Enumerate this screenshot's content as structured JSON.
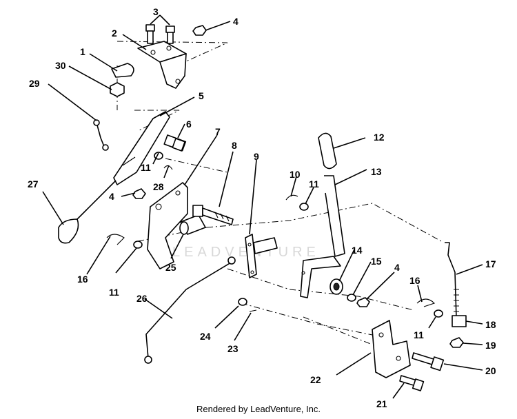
{
  "footer": {
    "text": "Rendered by LeadVenture, Inc."
  },
  "watermark": {
    "text": "LEADVENTURE"
  },
  "callouts": [
    {
      "key": "p1",
      "label": "1"
    },
    {
      "key": "p2",
      "label": "2"
    },
    {
      "key": "p3",
      "label": "3"
    },
    {
      "key": "p4a",
      "label": "4"
    },
    {
      "key": "p4b",
      "label": "4"
    },
    {
      "key": "p4c",
      "label": "4"
    },
    {
      "key": "p5",
      "label": "5"
    },
    {
      "key": "p6",
      "label": "6"
    },
    {
      "key": "p7",
      "label": "7"
    },
    {
      "key": "p8",
      "label": "8"
    },
    {
      "key": "p9",
      "label": "9"
    },
    {
      "key": "p10",
      "label": "10"
    },
    {
      "key": "p11a",
      "label": "11"
    },
    {
      "key": "p11b",
      "label": "11"
    },
    {
      "key": "p11c",
      "label": "11"
    },
    {
      "key": "p11d",
      "label": "11"
    },
    {
      "key": "p12",
      "label": "12"
    },
    {
      "key": "p13",
      "label": "13"
    },
    {
      "key": "p14",
      "label": "14"
    },
    {
      "key": "p15",
      "label": "15"
    },
    {
      "key": "p16a",
      "label": "16"
    },
    {
      "key": "p16b",
      "label": "16"
    },
    {
      "key": "p17",
      "label": "17"
    },
    {
      "key": "p18",
      "label": "18"
    },
    {
      "key": "p19",
      "label": "19"
    },
    {
      "key": "p20",
      "label": "20"
    },
    {
      "key": "p21",
      "label": "21"
    },
    {
      "key": "p22",
      "label": "22"
    },
    {
      "key": "p23",
      "label": "23"
    },
    {
      "key": "p24",
      "label": "24"
    },
    {
      "key": "p25",
      "label": "25"
    },
    {
      "key": "p26",
      "label": "26"
    },
    {
      "key": "p27",
      "label": "27"
    },
    {
      "key": "p28",
      "label": "28"
    },
    {
      "key": "p29",
      "label": "29"
    },
    {
      "key": "p30",
      "label": "30"
    }
  ]
}
